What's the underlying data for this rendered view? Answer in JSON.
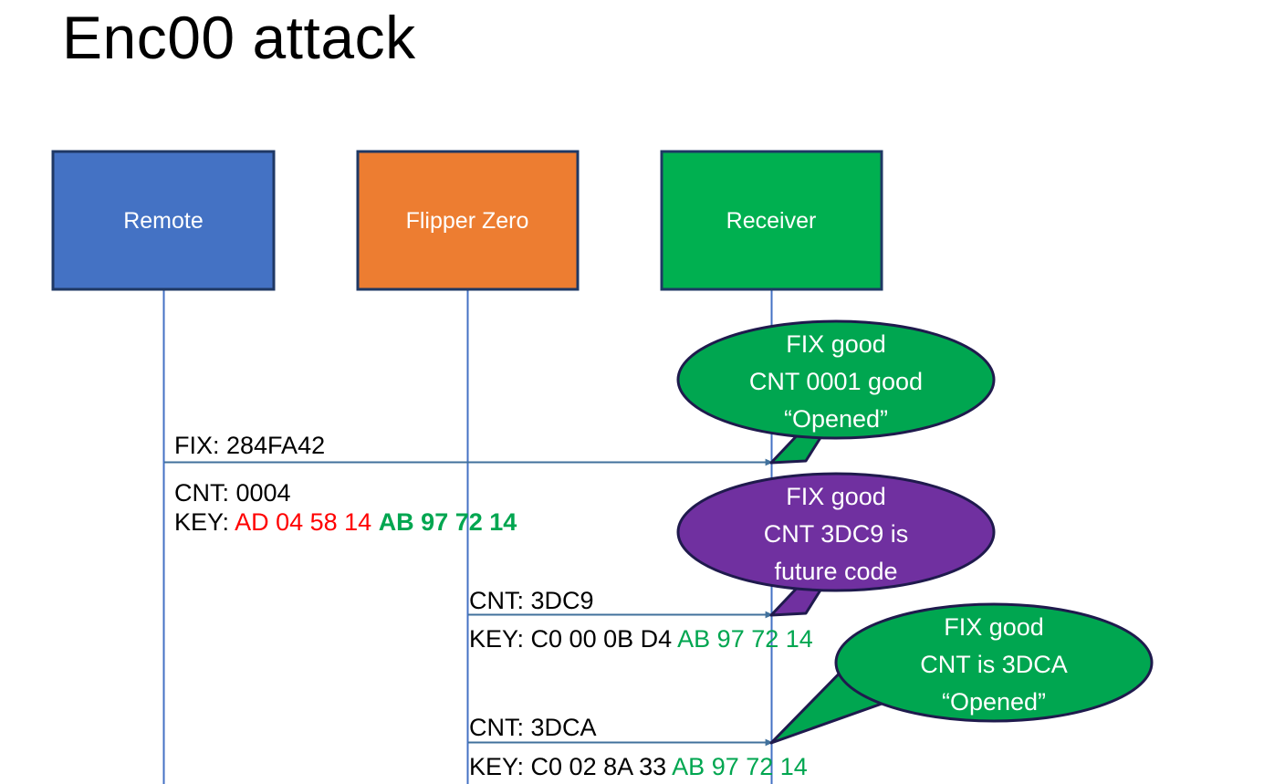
{
  "slide": {
    "title": "Enc00 attack",
    "background": "#FFFFFF"
  },
  "colors": {
    "remote_fill": "#4472C4",
    "flipper_fill": "#ED7D31",
    "receiver_fill": "#00B050",
    "box_border": "#1F3864",
    "lifeline": "#4472C4",
    "arrow": "#41719C",
    "bubble_green": "#00A650",
    "bubble_purple": "#7030A0",
    "bubble_border": "#1F1A4D",
    "key_red": "#FF0000",
    "key_green": "#00A650",
    "text_black": "#000000"
  },
  "actors": [
    {
      "id": "remote",
      "label": "Remote",
      "fill": "#4472C4"
    },
    {
      "id": "flipper",
      "label": "Flipper Zero",
      "fill": "#ED7D31"
    },
    {
      "id": "receiver",
      "label": "Receiver",
      "fill": "#00B050"
    }
  ],
  "messages": [
    {
      "id": "msg-1",
      "from": "remote",
      "to": "receiver",
      "lines": [
        {
          "id": "fix",
          "label": "FIX: 284FA42"
        }
      ]
    },
    {
      "id": "msg-1-detail",
      "lines": [
        {
          "id": "cnt",
          "label": "CNT: 0004"
        },
        {
          "id": "key",
          "prefix": "KEY: ",
          "red": "AD 04 58 14",
          "green": "AB 97 72 14"
        }
      ]
    },
    {
      "id": "msg-2",
      "from": "flipper",
      "to": "receiver",
      "lines": [
        {
          "id": "cnt",
          "label": "CNT: 3DC9"
        },
        {
          "id": "key",
          "prefix": "KEY: C0 00 0B D4 ",
          "green": "AB 97 72 14"
        }
      ]
    },
    {
      "id": "msg-3",
      "from": "flipper",
      "to": "receiver",
      "lines": [
        {
          "id": "cnt",
          "label": "CNT: 3DCA"
        },
        {
          "id": "key",
          "prefix": "KEY: C0 02 8A 33 ",
          "green": "AB 97 72 14"
        }
      ]
    }
  ],
  "bubbles": [
    {
      "id": "bubble-1",
      "color": "#00A650",
      "lines": [
        "FIX good",
        "CNT 0001 good",
        "“Opened”"
      ]
    },
    {
      "id": "bubble-2",
      "color": "#7030A0",
      "lines": [
        "FIX good",
        "CNT 3DC9 is",
        "future code"
      ]
    },
    {
      "id": "bubble-3",
      "color": "#00A650",
      "lines": [
        "FIX good",
        "CNT is 3DCA",
        "“Opened”"
      ]
    }
  ]
}
